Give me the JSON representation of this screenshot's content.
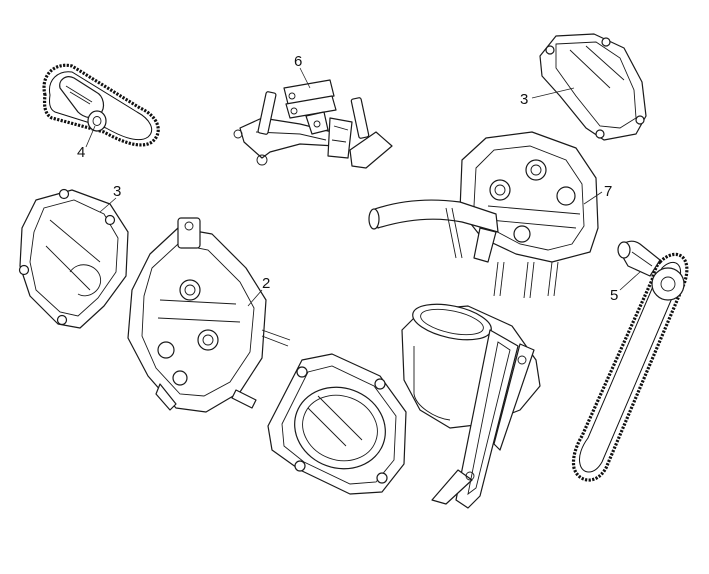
{
  "callouts": {
    "c2": "2",
    "c3a": "3",
    "c3b": "3",
    "c4": "4",
    "c5": "5",
    "c6": "6",
    "c7": "7"
  }
}
